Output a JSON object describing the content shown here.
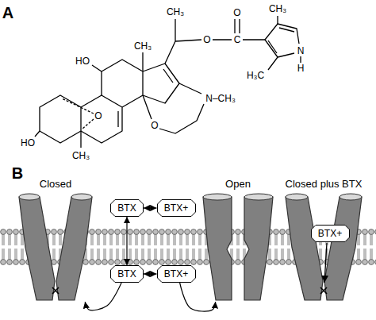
{
  "diagram": {
    "nodes": [
      {
        "text": [
          "Closed"
        ]
      },
      {
        "text": [
          "Open"
        ]
      },
      {
        "text": [
          "Closed plus BTX"
        ]
      },
      {
        "text": [
          "BTX"
        ]
      },
      {
        "text": [
          "BTX+"
        ]
      },
      {
        "text": [
          "BTX"
        ]
      },
      {
        "text": [
          "BTX+"
        ]
      },
      {
        "text": [
          "BTX+"
        ],
        "in": 2
      }
    ],
    "edges": [
      {
        "from": 3,
        "to": 4,
        "arrow": "both"
      },
      {
        "from": 3,
        "to": 5,
        "arrow": "both"
      },
      {
        "from": 5,
        "to": 6,
        "arrow": "both"
      },
      {
        "from": 5,
        "to": 0,
        "arrow": "to"
      },
      {
        "from": 6,
        "to": 1,
        "arrow": "to"
      }
    ],
    "labels": [
      "A",
      "HO",
      "HO",
      "O",
      "CH₃",
      "CH₃",
      "O",
      "N–CH₃",
      "CH₃",
      "O",
      "C",
      "O",
      "CH₃",
      "H₃C",
      "N",
      "H",
      "B"
    ]
  }
}
